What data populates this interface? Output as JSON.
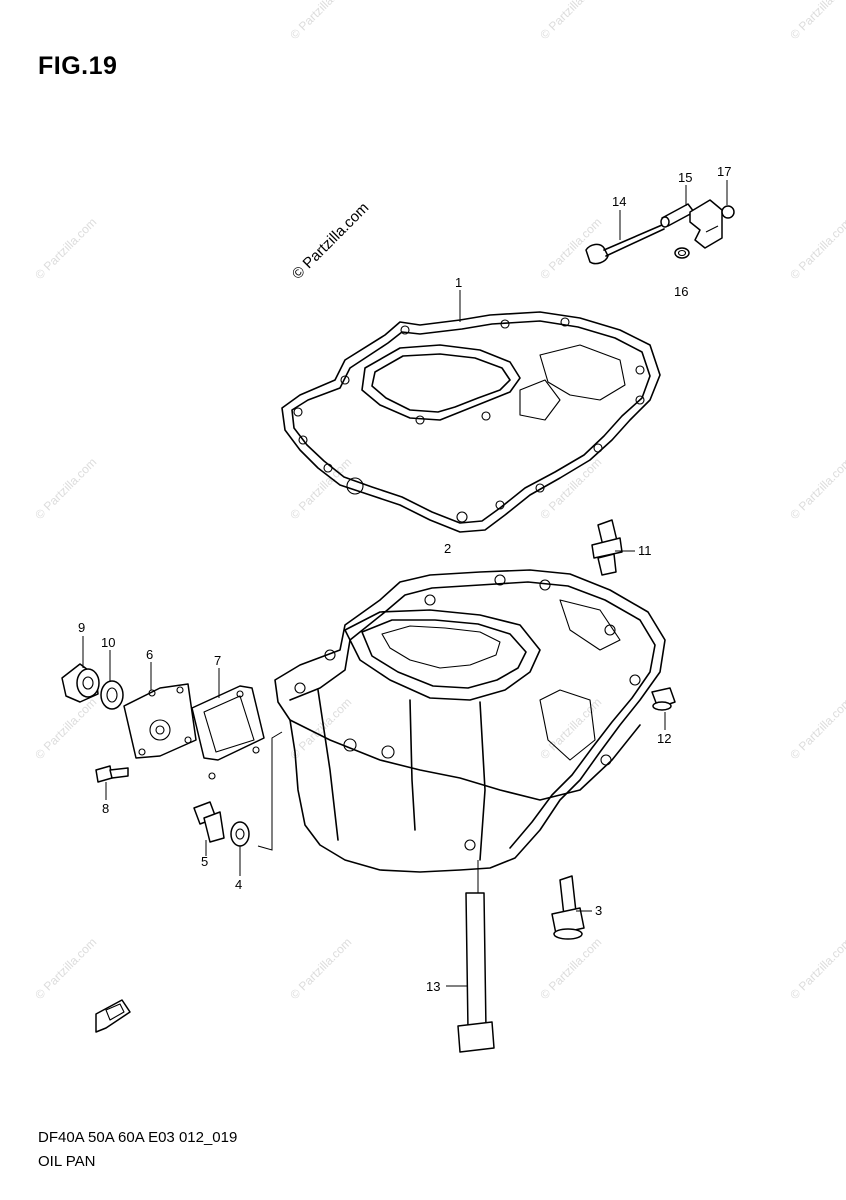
{
  "figure": {
    "title": "FIG.19"
  },
  "watermark": {
    "text": "© Partzilla.com"
  },
  "footer": {
    "code": "DF40A 50A 60A E03 012_019",
    "name": "OIL PAN"
  },
  "callouts": [
    "1",
    "2",
    "3",
    "4",
    "5",
    "6",
    "7",
    "8",
    "9",
    "10",
    "11",
    "12",
    "13",
    "14",
    "15",
    "16",
    "17"
  ]
}
